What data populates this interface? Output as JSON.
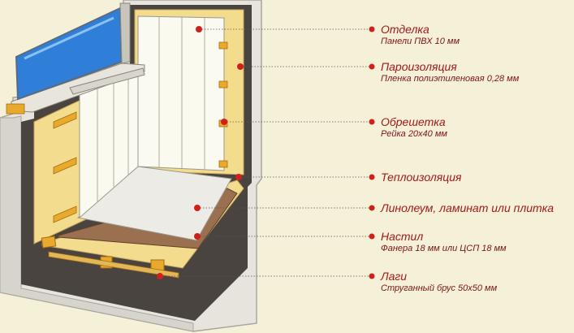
{
  "legend": [
    {
      "title": "Отделка",
      "subtitle": "Панели ПВХ 10 мм"
    },
    {
      "title": "Пароизоляция",
      "subtitle": "Пленка полиэтиленовая 0,28 мм"
    },
    {
      "title": "Обрешетка",
      "subtitle": "Рейка 20х40 мм"
    },
    {
      "title": "Теплоизоляция",
      "subtitle": ""
    },
    {
      "title": "Линолеум, ламинат или плитка",
      "subtitle": ""
    },
    {
      "title": "Настил",
      "subtitle": "Фанера 18 мм или ЦСП 18 мм"
    },
    {
      "title": "Лаги",
      "subtitle": "Струганный брус 50х50 мм"
    }
  ],
  "colors": {
    "background": "#f5f0d8",
    "marker": "#d0201a",
    "label_text": "#a01a1a",
    "glass": "#2f7fd8",
    "insulation": "#f3dc8e",
    "membrane": "#4a4440",
    "wall": "#e6e4dc",
    "panel": "#fbfaf0",
    "decking": "#9a7050",
    "joist": "#e9a92c"
  }
}
